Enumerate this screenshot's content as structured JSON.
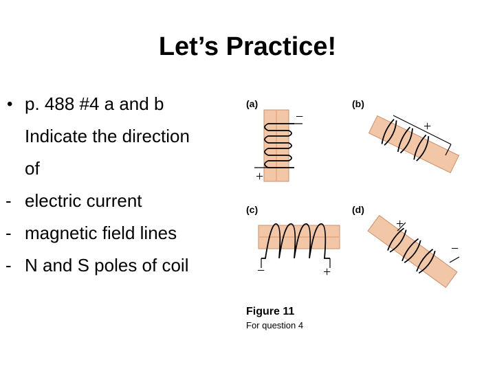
{
  "slide": {
    "title": "Let’s Practice!",
    "bullets": [
      {
        "marker": "•",
        "text": "p. 488 #4 a and b"
      },
      {
        "marker": "",
        "text": "Indicate the direction"
      },
      {
        "marker": "",
        "text": "of"
      },
      {
        "marker": "-",
        "text": "electric current"
      },
      {
        "marker": "-",
        "text": "magnetic field lines"
      },
      {
        "marker": "-",
        "text": "N and S poles of coil"
      }
    ]
  },
  "figure": {
    "panels": {
      "a": {
        "label": "(a)",
        "top_sign": "−",
        "bottom_sign": "+"
      },
      "b": {
        "label": "(b)",
        "top_sign": "+"
      },
      "c": {
        "label": "(c)",
        "left_sign": "−",
        "right_sign": "+"
      },
      "d": {
        "label": "(d)",
        "top_sign": "+",
        "bottom_sign": "−"
      }
    },
    "caption_title": "Figure 11",
    "caption_subtitle": "For question 4"
  },
  "colors": {
    "rod_fill": "#f2c7a8",
    "rod_edge": "#c98d6a",
    "wire": "#000000"
  }
}
